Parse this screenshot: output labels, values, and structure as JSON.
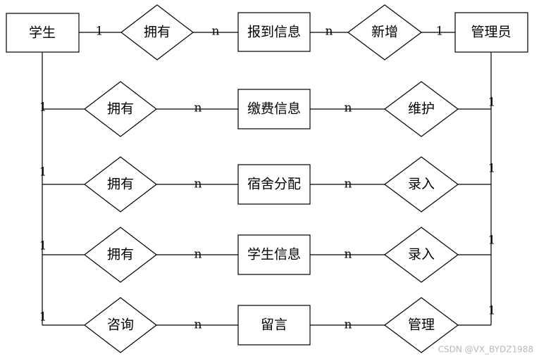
{
  "entities": {
    "student": "学生",
    "admin": "管理员",
    "checkin_info": "报到信息",
    "payment_info": "缴费信息",
    "dorm_assign": "宿舍分配",
    "student_info": "学生信息",
    "message": "留言"
  },
  "relationships": {
    "r1_has": "拥有",
    "r1_add": "新增",
    "r2_has": "拥有",
    "r2_maintain": "维护",
    "r3_has": "拥有",
    "r3_entry": "录入",
    "r4_has": "拥有",
    "r4_entry": "录入",
    "r5_consult": "咨询",
    "r5_manage": "管理"
  },
  "cardinalities": {
    "row1": [
      "1",
      "n",
      "n",
      "1"
    ],
    "row2": [
      "1",
      "n",
      "n",
      "1"
    ],
    "row3": [
      "1",
      "n",
      "n",
      "1"
    ],
    "row4": [
      "1",
      "n",
      "n",
      "1"
    ],
    "row5": [
      "1",
      "n",
      "n",
      "1"
    ]
  },
  "watermark": "CSDN @VX_BYDZ1988"
}
